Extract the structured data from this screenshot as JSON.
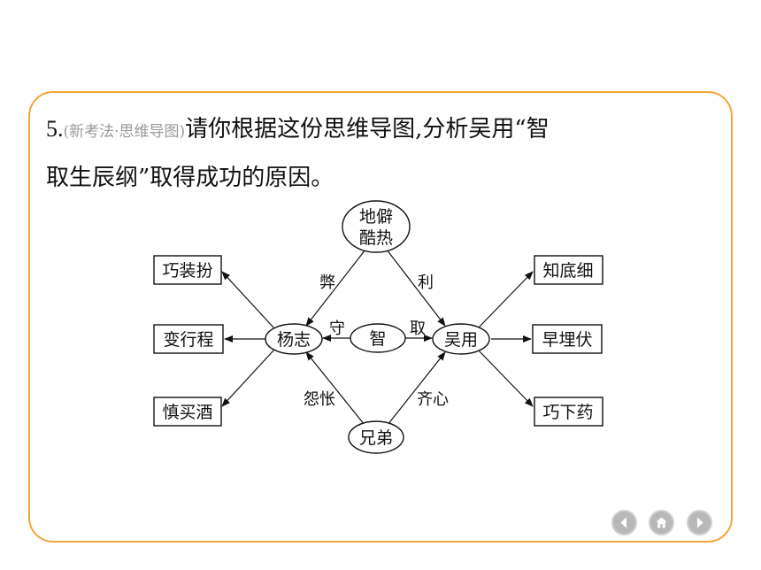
{
  "question": {
    "number": "5.",
    "tag": "(新考法·思维导图)",
    "text_line1": "请你根据这份思维导图,分析吴用“智",
    "text_line2": "取生辰纲”取得成功的原因。"
  },
  "mindmap": {
    "top_node_line1": "地僻",
    "top_node_line2": "酷热",
    "center_node": "智",
    "left_node": "杨志",
    "right_node": "吴用",
    "bottom_node": "兄弟",
    "edge_top_left": "弊",
    "edge_top_right": "利",
    "edge_center_left": "守",
    "edge_center_right": "取",
    "edge_bottom_left": "怨怅",
    "edge_bottom_right": "齐心",
    "left_boxes": [
      "巧装扮",
      "变行程",
      "慎买酒"
    ],
    "right_boxes": [
      "知底细",
      "早埋伏",
      "巧下药"
    ]
  },
  "colors": {
    "border_accent": "#f2a53a",
    "tag_gray": "#9a9a9a",
    "nav_gray": "#b8b8b8"
  },
  "nav": {
    "prev_icon": "chevron-left-icon",
    "home_icon": "home-icon",
    "next_icon": "chevron-right-icon"
  }
}
